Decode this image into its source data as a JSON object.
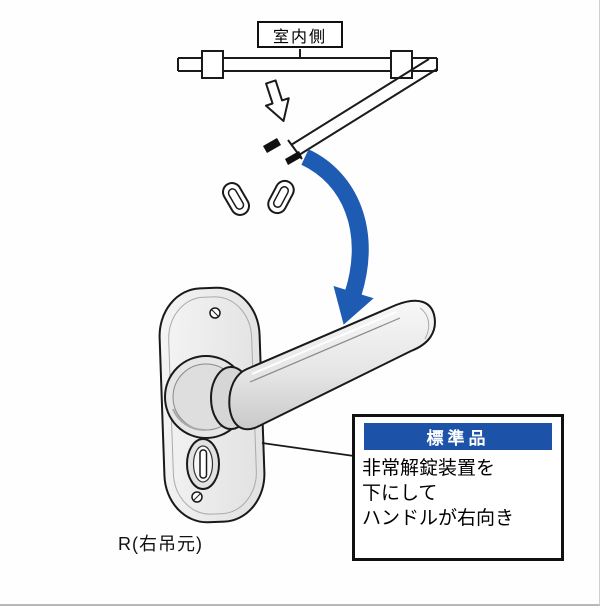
{
  "diagram": {
    "indoor_label": "室内側",
    "orientation_label": "R(右吊元)",
    "callout": {
      "badge": "標準品",
      "lines": [
        "非常解錠装置を",
        "下にして",
        "ハンドルが右向き"
      ]
    },
    "colors": {
      "arrow_blue": "#1e5cb3",
      "badge_blue": "#1c52a8",
      "line_black": "#1a1a1a",
      "metal_light": "#f2f2f2",
      "metal_dark": "#c9c9c9"
    },
    "icons": {
      "block_down_arrow": "insert-spindle-direction",
      "curved_blue_arrow": "assembly-flow-down"
    }
  }
}
